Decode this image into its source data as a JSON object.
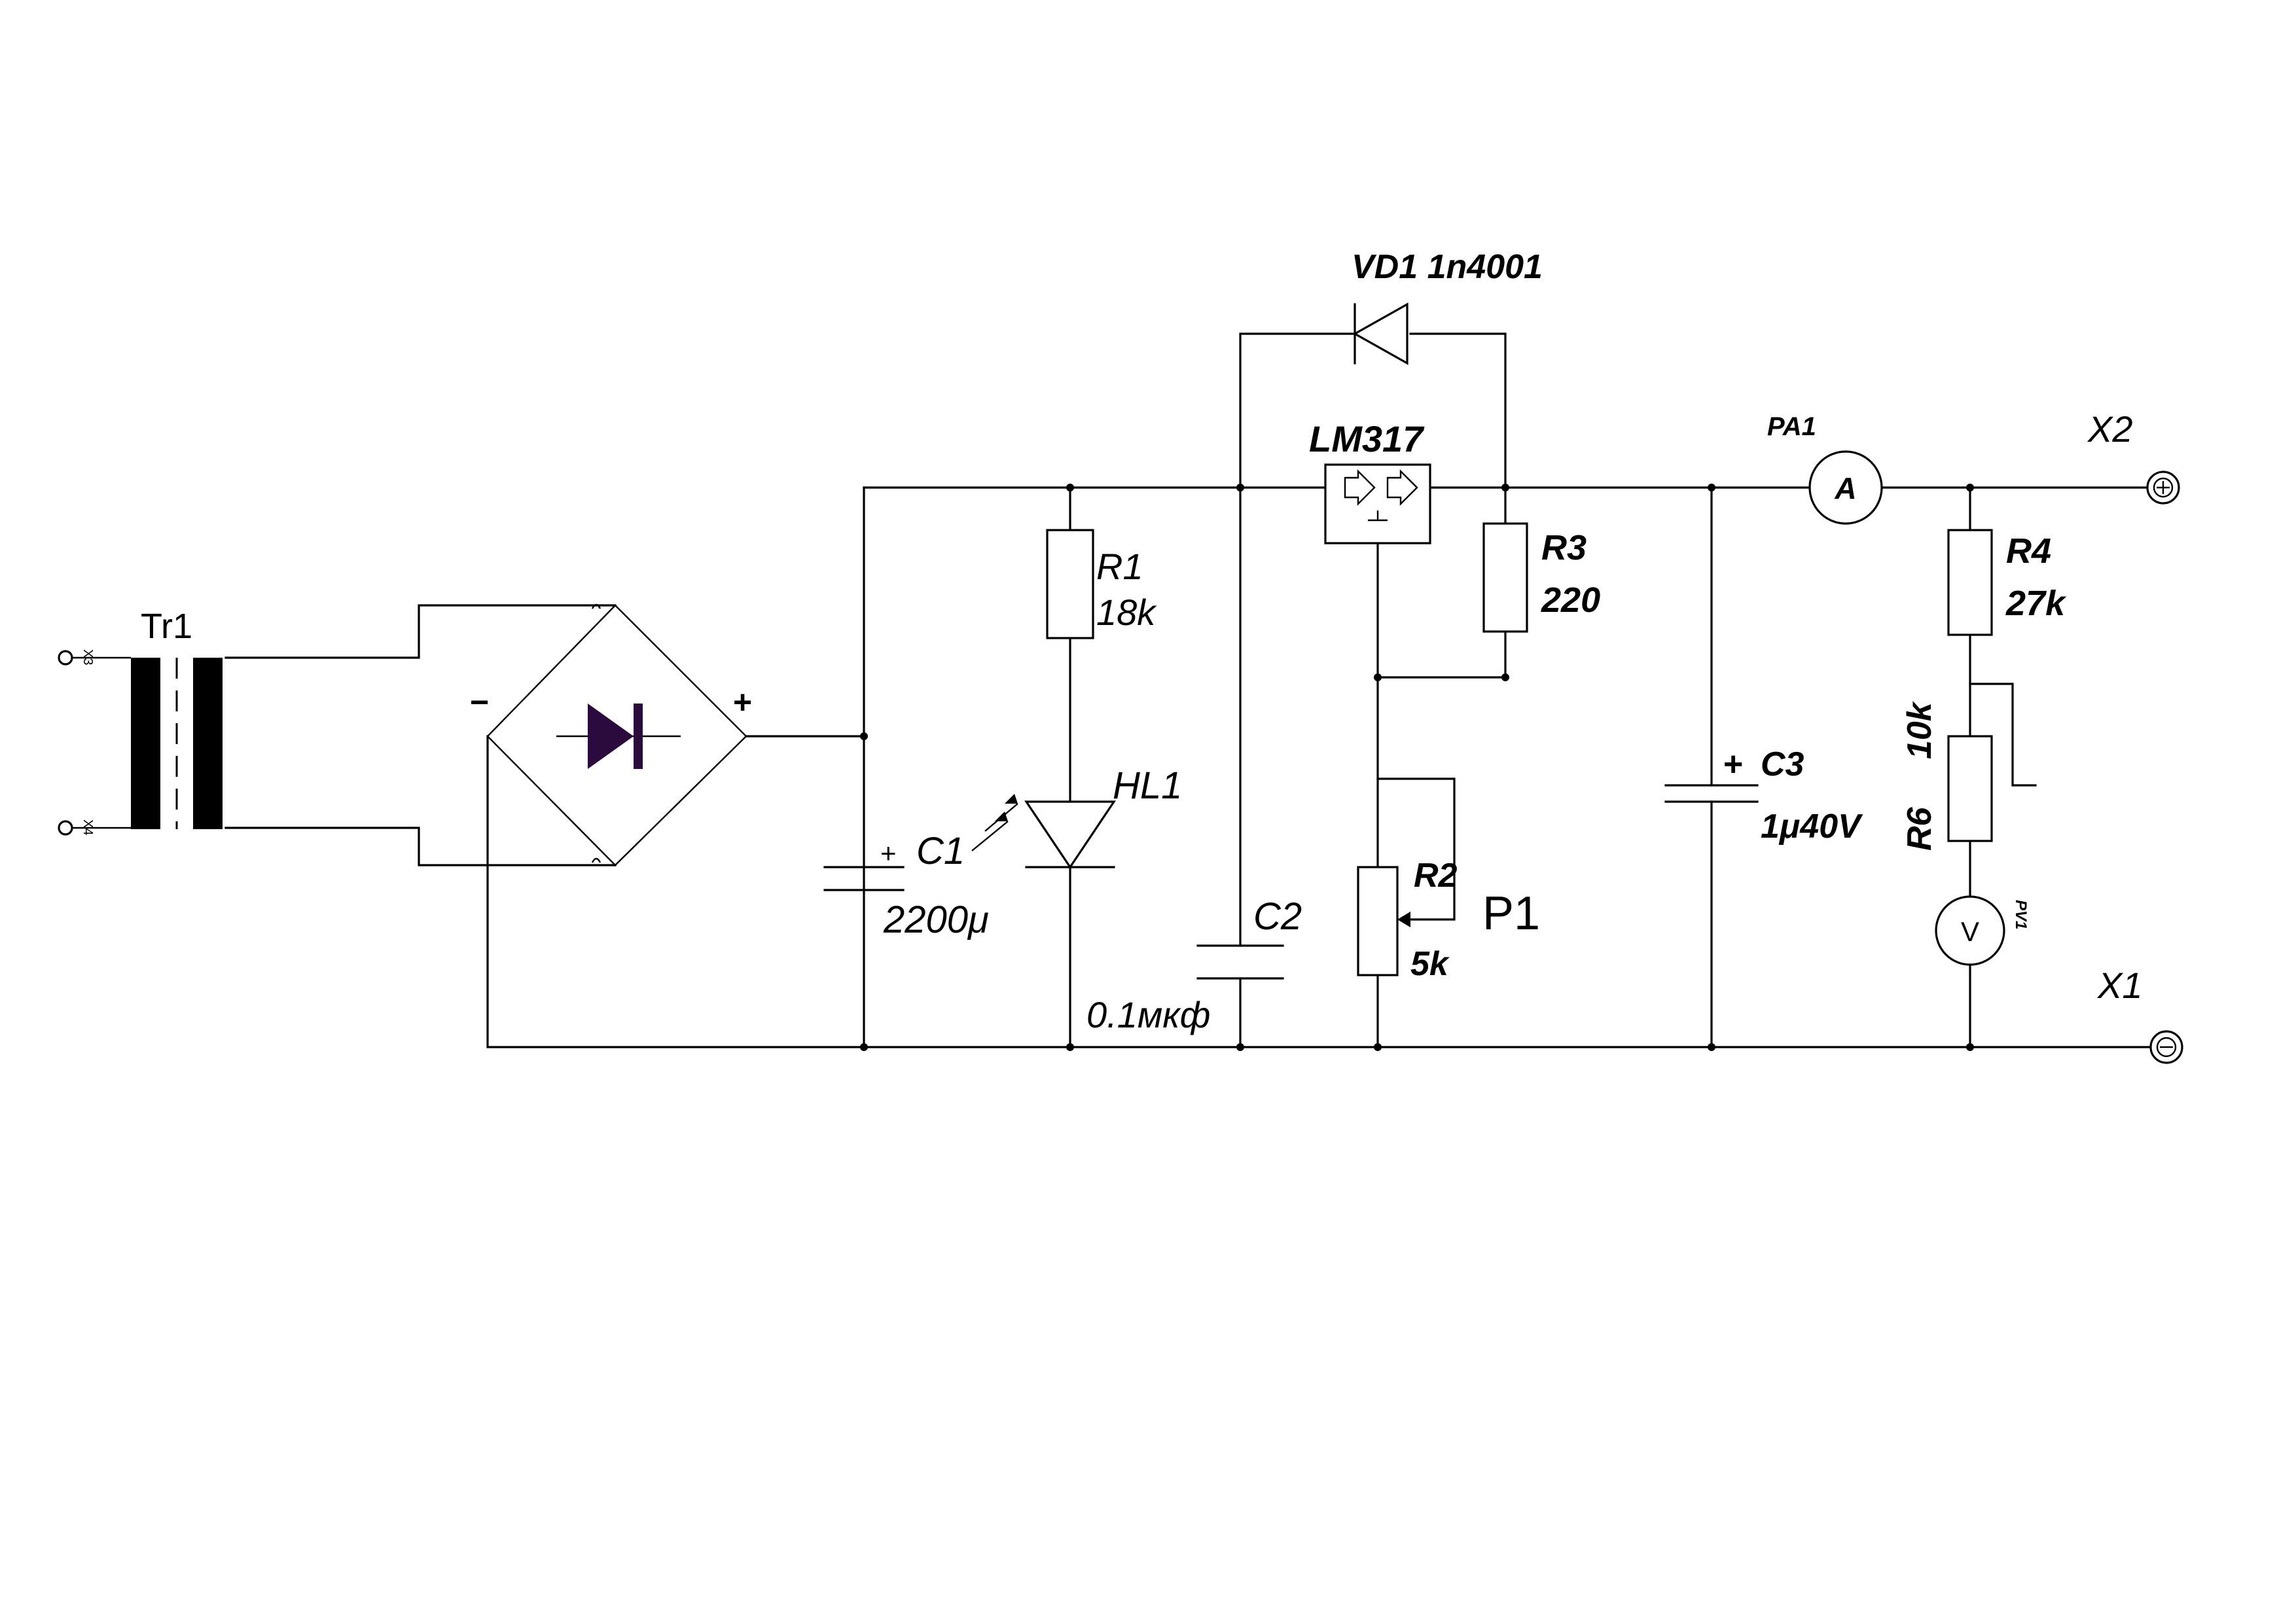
{
  "labels": {
    "transformer": "Tr1",
    "x3": "X3",
    "x4": "X4",
    "bridge_minus": "−",
    "bridge_plus": "+",
    "vd1": "VD1 1n4001",
    "lm317": "LM317",
    "r1_name": "R1",
    "r1_value": "18k",
    "hl1": "HL1",
    "c1_name": "C1",
    "c1_value": "2200μ",
    "c1_plus": "+",
    "c2_name": "C2",
    "c2_value": "0.1мкф",
    "r2_name": "R2",
    "r2_value": "5k",
    "p1": "P1",
    "r3_name": "R3",
    "r3_value": "220",
    "c3_name": "C3",
    "c3_value": "1μ40V",
    "c3_plus": "+",
    "pa1": "PA1",
    "ammeter": "A",
    "x2": "X2",
    "r4_name": "R4",
    "r4_value": "27k",
    "r6_name": "R6",
    "r6_value": "10k",
    "pv1": "PV1",
    "voltmeter": "V",
    "x1": "X1"
  }
}
